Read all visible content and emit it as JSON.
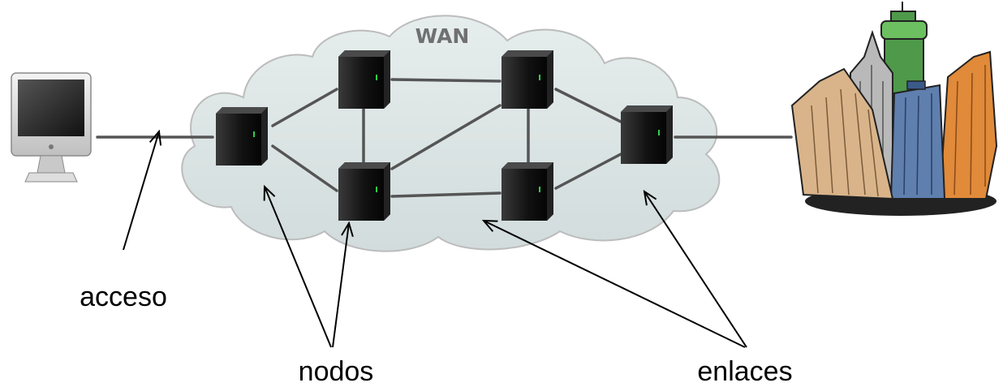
{
  "cloud": {
    "title": "WAN",
    "fill": "#dde6e6",
    "stroke": "#bcbcbc"
  },
  "labels": {
    "access": "acceso",
    "nodes": "nodos",
    "links": "enlaces"
  },
  "colors": {
    "link": "#555555",
    "server_body": "#1a1a1a",
    "server_led": "#2fd04a",
    "arrow": "#000000"
  },
  "icons": {
    "terminal": "desktop-computer-icon",
    "node": "server-icon",
    "destination": "city-buildings-icon"
  },
  "nodes": [
    "n1",
    "n2",
    "n3",
    "n4",
    "n5",
    "n6"
  ],
  "links": [
    [
      "n1",
      "n2"
    ],
    [
      "n1",
      "n3"
    ],
    [
      "n2",
      "n3"
    ],
    [
      "n2",
      "n4"
    ],
    [
      "n3",
      "n4"
    ],
    [
      "n3",
      "n5"
    ],
    [
      "n4",
      "n5"
    ],
    [
      "n4",
      "n6"
    ],
    [
      "n5",
      "n6"
    ]
  ]
}
